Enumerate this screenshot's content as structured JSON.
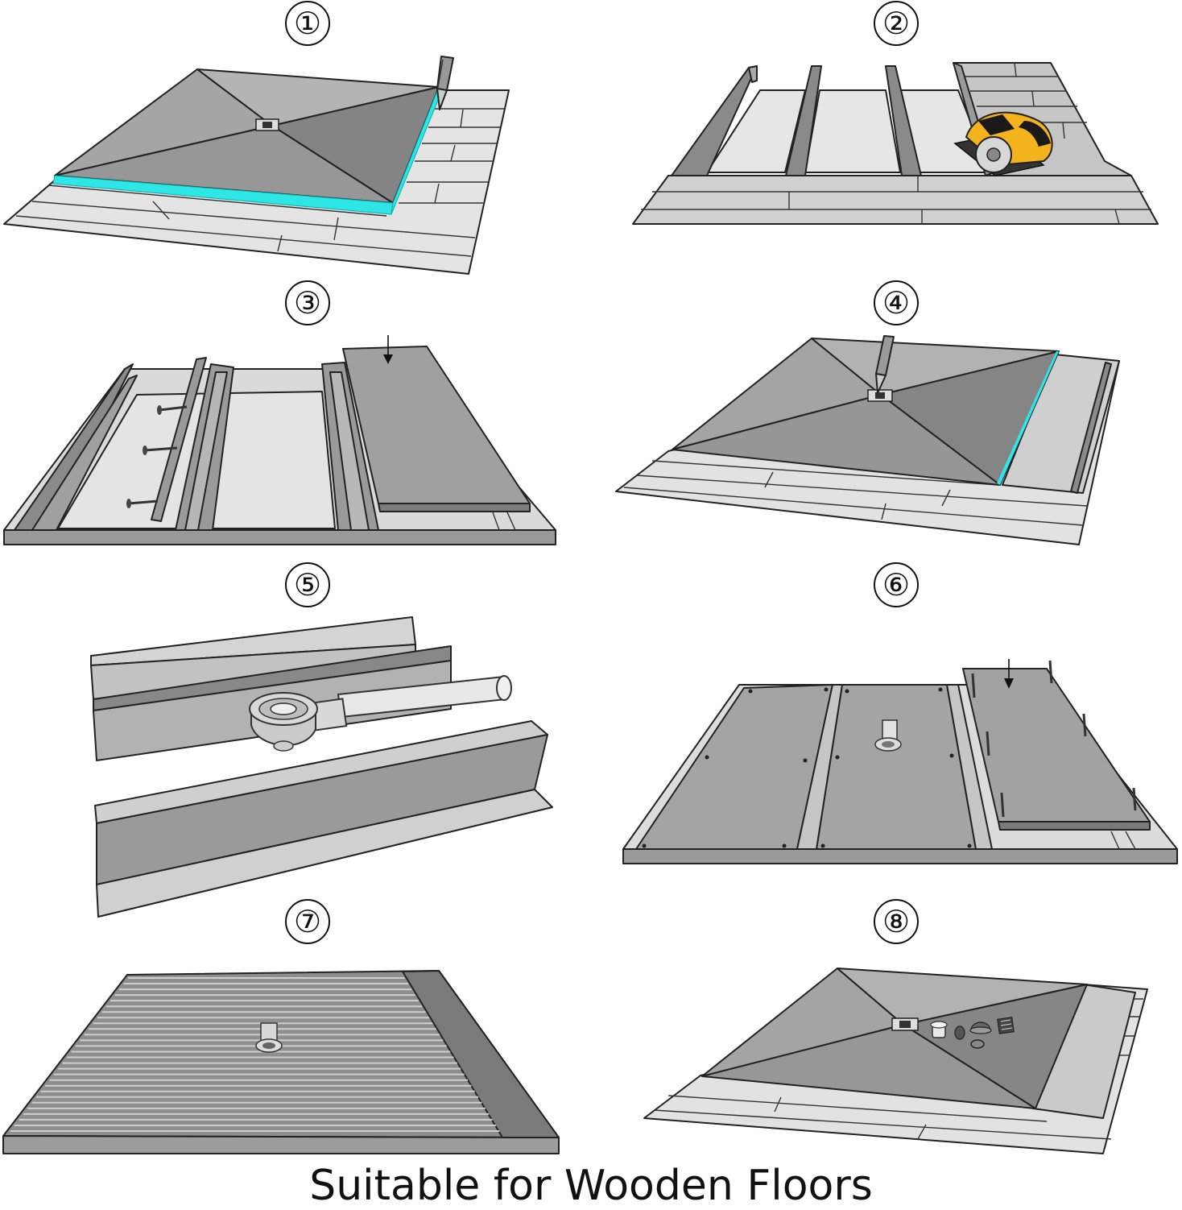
{
  "steps": [
    {
      "num": "1",
      "label": "①"
    },
    {
      "num": "2",
      "label": "②"
    },
    {
      "num": "3",
      "label": "③"
    },
    {
      "num": "4",
      "label": "④"
    },
    {
      "num": "5",
      "label": "⑤"
    },
    {
      "num": "6",
      "label": "⑥"
    },
    {
      "num": "7",
      "label": "⑦"
    },
    {
      "num": "8",
      "label": "⑧"
    }
  ],
  "caption": "Suitable for Wooden Floors",
  "colors": {
    "tray_light": "#9c9c9c",
    "tray_mid": "#8a8a8a",
    "tray_dark": "#7a7a7a",
    "floor": "#e2e2e2",
    "sealant": "#2ee6e6",
    "saw": "#f2b31c"
  },
  "icons": [
    "pencil-icon",
    "circular-saw-icon",
    "screw-icon",
    "drain-icon",
    "arrow-down-icon"
  ]
}
